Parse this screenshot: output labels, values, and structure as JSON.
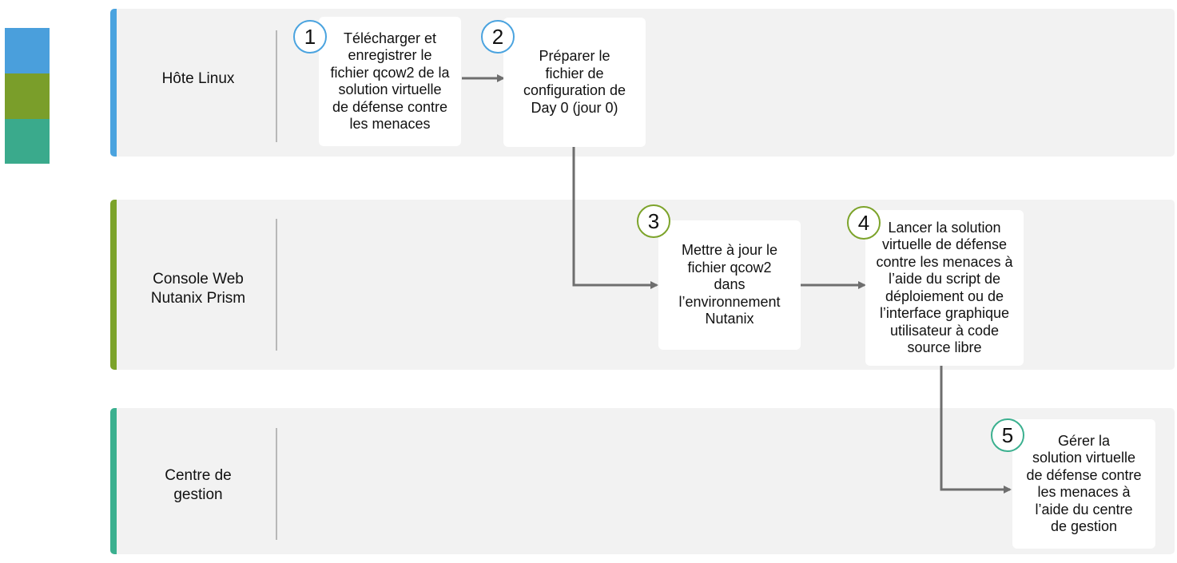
{
  "colors": {
    "blue": "#4aa3df",
    "olive": "#7a9e2a",
    "teal": "#3aaa8c",
    "lane_bg": "#f2f2f2",
    "arrow": "#6e6e6e"
  },
  "legend": [
    {
      "color": "#4a9fdc"
    },
    {
      "color": "#7a9e2a"
    },
    {
      "color": "#3aaa8c"
    }
  ],
  "lanes": [
    {
      "label_lines": [
        "Hôte Linux"
      ],
      "accent": "#4aa3df"
    },
    {
      "label_lines": [
        "Console Web",
        "Nutanix Prism"
      ],
      "accent": "#7ca32a"
    },
    {
      "label_lines": [
        "Centre de",
        "gestion"
      ],
      "accent": "#3bb08f"
    }
  ],
  "steps": [
    {
      "number": "1",
      "lines": [
        "Télécharger et",
        "enregistrer le",
        "fichier qcow2 de la",
        "solution virtuelle",
        "de défense contre",
        "les menaces"
      ]
    },
    {
      "number": "2",
      "lines": [
        "Préparer le",
        "fichier de",
        "configuration de",
        "Day 0 (jour 0)"
      ]
    },
    {
      "number": "3",
      "lines": [
        "Mettre à jour le",
        "fichier qcow2",
        "dans",
        "l’environnement",
        "Nutanix"
      ]
    },
    {
      "number": "4",
      "lines": [
        "Lancer la solution",
        "virtuelle de défense",
        "contre les menaces à",
        "l’aide du script de",
        "déploiement ou de",
        "l’interface graphique",
        "utilisateur à code",
        "source libre"
      ]
    },
    {
      "number": "5",
      "lines": [
        "Gérer la",
        "solution virtuelle",
        "de défense contre",
        "les menaces à",
        "l’aide du centre",
        "de gestion"
      ]
    }
  ]
}
